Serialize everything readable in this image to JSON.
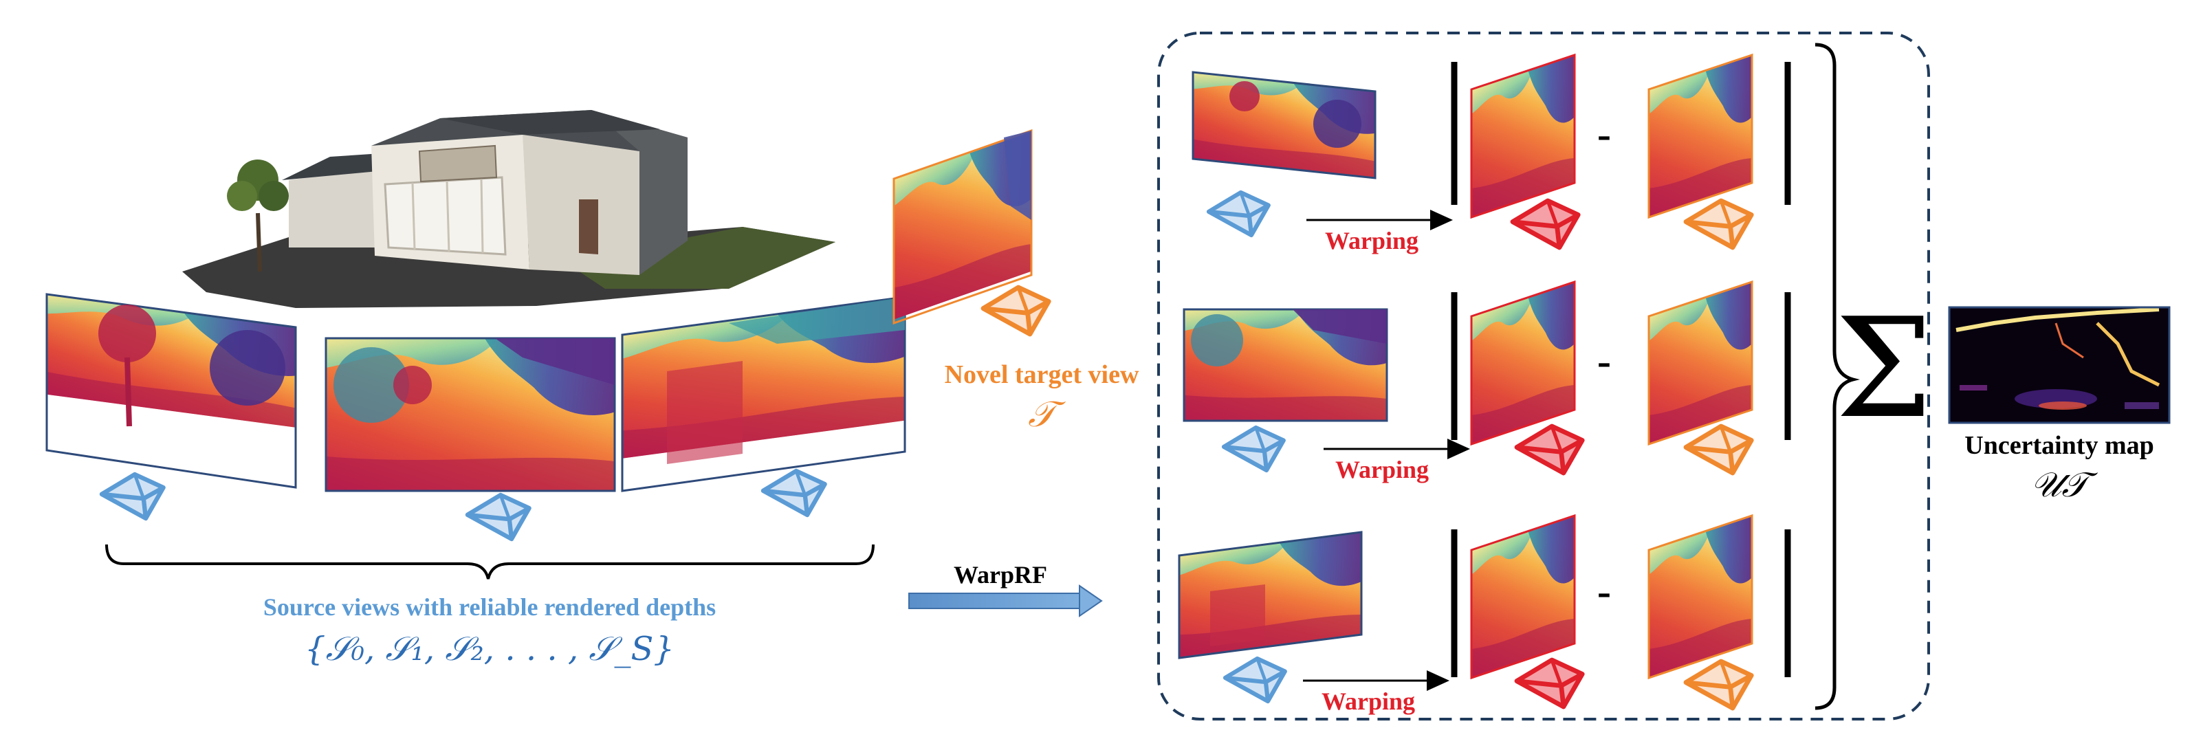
{
  "colors": {
    "source_blue": "#5b9bd5",
    "source_text_blue": "#5b9bd5",
    "math_blue": "#2e6db4",
    "target_orange": "#f0882e",
    "warp_red": "#e0202a",
    "box_border": "#1f3b5c",
    "arrow_fill": "#6aa0d8",
    "black": "#000000"
  },
  "labels": {
    "source_views": "Source views with reliable rendered depths",
    "source_set": "{𝒮₀, 𝒮₁, 𝒮₂, . . . , 𝒮_S}",
    "target_view": "Novel target view",
    "target_symbol": "𝒯",
    "method": "WarpRF",
    "warping_1": "Warping",
    "warping_2": "Warping",
    "warping_3": "Warping",
    "minus": "-",
    "sum": "Σ",
    "uncertainty": "Uncertainty map",
    "uncertainty_symbol": "𝒰𝒯"
  },
  "icons": {
    "house": "house-3d-reconstruction-icon",
    "camera_source": "camera-frustum-blue-icon",
    "camera_target": "camera-frustum-orange-icon",
    "camera_warped": "camera-frustum-red-icon"
  }
}
